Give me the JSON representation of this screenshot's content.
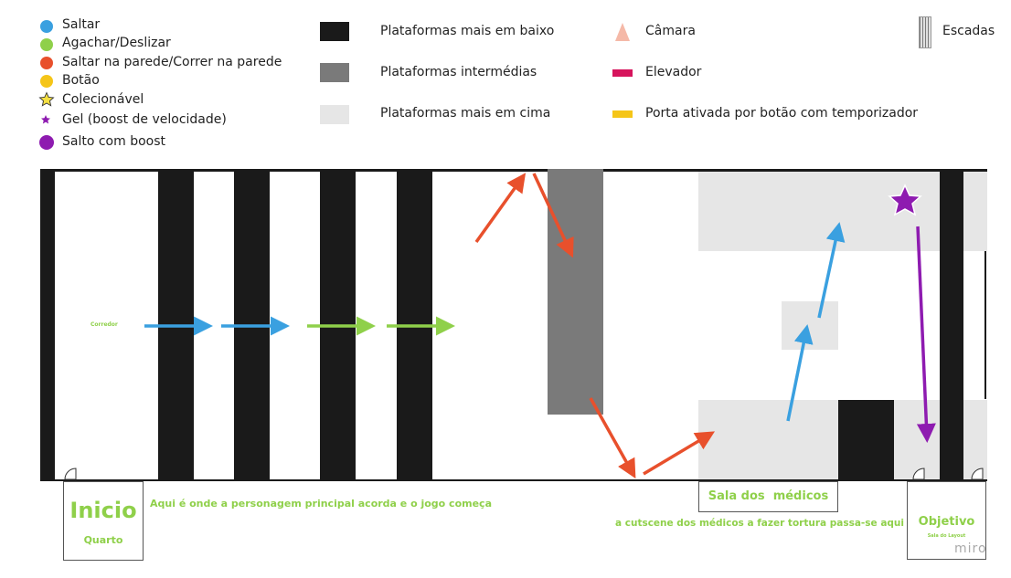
{
  "legend": {
    "moves": [
      {
        "label": "Saltar",
        "color": "#3aa0e0"
      },
      {
        "label": "Agachar/Deslizar",
        "color": "#8fd04a"
      },
      {
        "label": "Saltar na parede/Correr na parede",
        "color": "#e8502c"
      },
      {
        "label": "Botão",
        "color": "#f5c518"
      },
      {
        "label": "Colecionável",
        "color": "#f5e042"
      },
      {
        "label": "Gel (boost de velocidade)",
        "color": "#8e1bb0"
      },
      {
        "label": "Salto com boost",
        "color": "#8e1bb0"
      }
    ],
    "platforms": [
      {
        "label": "Plataformas mais em baixo",
        "color": "#1a1a1a"
      },
      {
        "label": "Plataformas intermédias",
        "color": "#7a7a7a"
      },
      {
        "label": "Plataformas mais em cima",
        "color": "#e6e6e6"
      }
    ],
    "objects": [
      {
        "label": "Câmara",
        "color": "#f5b9a8"
      },
      {
        "label": "Elevador",
        "color": "#d6145c"
      },
      {
        "label": "Porta ativada por botão com temporizador",
        "color": "#f5c518"
      }
    ],
    "stairs_label": "Escadas"
  },
  "map": {
    "corridor_label": "Corredor",
    "start": {
      "title": "Inicio",
      "subtitle": "Quarto",
      "note": "Aqui é onde a personagem principal acorda e o jogo começa"
    },
    "doctors_room": {
      "title": "Sala dos  médicos",
      "note": "a cutscene dos médicos a fazer tortura passa-se aqui"
    },
    "goal": {
      "title": "Objetivo",
      "subtitle": "Sala do Layout"
    }
  },
  "watermark": "miro"
}
